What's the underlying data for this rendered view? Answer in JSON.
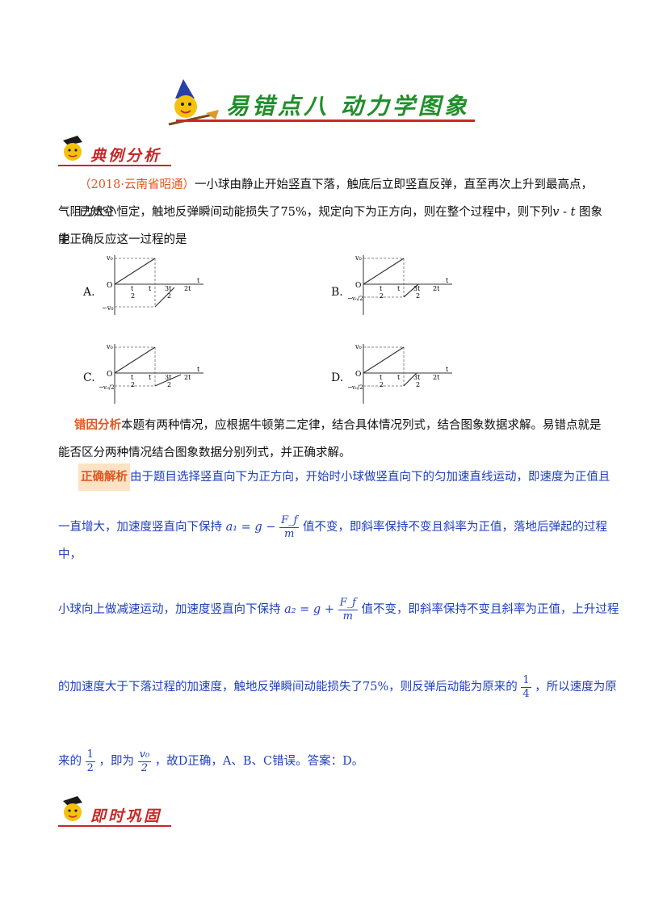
{
  "header": {
    "title": "易错点八  动力学图象"
  },
  "section1": {
    "title": "典例分析"
  },
  "question": {
    "source": "（2018·云南省昭通）",
    "line1": "一小球由静止开始竖直下落，触底后立即竖直反弹，直至再次上升到最高点，已知空",
    "line2_a": "气阻力大小恒定，触地反弹瞬间动能损失了75%，规定向下为正方向，则在整个过程中，则下列",
    "line2_v": "v",
    "line2_b": " - ",
    "line2_t": "t",
    "line2_c": " 图象中",
    "line3": "能正确反应这一过程的是"
  },
  "options": [
    {
      "label": "A.",
      "y_top": "v₀",
      "y_bot": "−v₀"
    },
    {
      "label": "B.",
      "y_top": "v₀",
      "y_bot": "v₀/2"
    },
    {
      "label": "C.",
      "y_top": "v₀",
      "y_bot": "v₀/2"
    },
    {
      "label": "D.",
      "y_top": "v₀",
      "y_bot": "v₀/2"
    }
  ],
  "graph_ticks": {
    "origin": "O",
    "t_half_num": "t",
    "t_half_den": "2",
    "t": "t",
    "t_3half_num": "3t",
    "t_3half_den": "2",
    "t_2": "2t",
    "axis_t": "t",
    "minus": "−"
  },
  "error_analysis": {
    "tag": "错因分析",
    "line1": "本题有两种情况，应根据牛顿第二定律，结合具体情况列式，结合图象数据求解。易错点就是",
    "line2": "能否区分两种情况结合图象数据分别列式，并正确求解。"
  },
  "solution": {
    "tag": "正确解析",
    "line1": "由于题目选择竖直向下为正方向，开始时小球做竖直向下的匀加速直线运动，即速度为正值且",
    "line2_a": "一直增大，加速度竖直向下保持",
    "eq1_lhs": "a₁ = g −",
    "eq1_num": "F_f",
    "eq1_den": "m",
    "line2_b": "值不变，即斜率保持不变且斜率为正值，落地后弹起的过程中，",
    "line3_a": "小球向上做减速运动，加速度竖直向下保持",
    "eq2_lhs": "a₂ = g +",
    "eq2_num": "F_f",
    "eq2_den": "m",
    "line3_b": "值不变，即斜率保持不变且斜率为正值，上升过程",
    "line4_a": "的加速度大于下落过程的加速度，触地反弹瞬间动能损失了75%，则反弹后动能为原来的",
    "frac_q_num": "1",
    "frac_q_den": "4",
    "line4_b": "，所以速度为原",
    "line5_a": "来的",
    "frac_h_num": "1",
    "frac_h_den": "2",
    "line5_b": "，即为",
    "frac_v_num": "v₀",
    "frac_v_den": "2",
    "line5_c": "，故D正确，A、B、C错误。答案：D。"
  },
  "section2": {
    "title": "即时巩固"
  },
  "colors": {
    "green_title": "#1f8f2a",
    "red": "#c62828",
    "blue": "#1f3fbf",
    "orange": "#e0561f"
  }
}
